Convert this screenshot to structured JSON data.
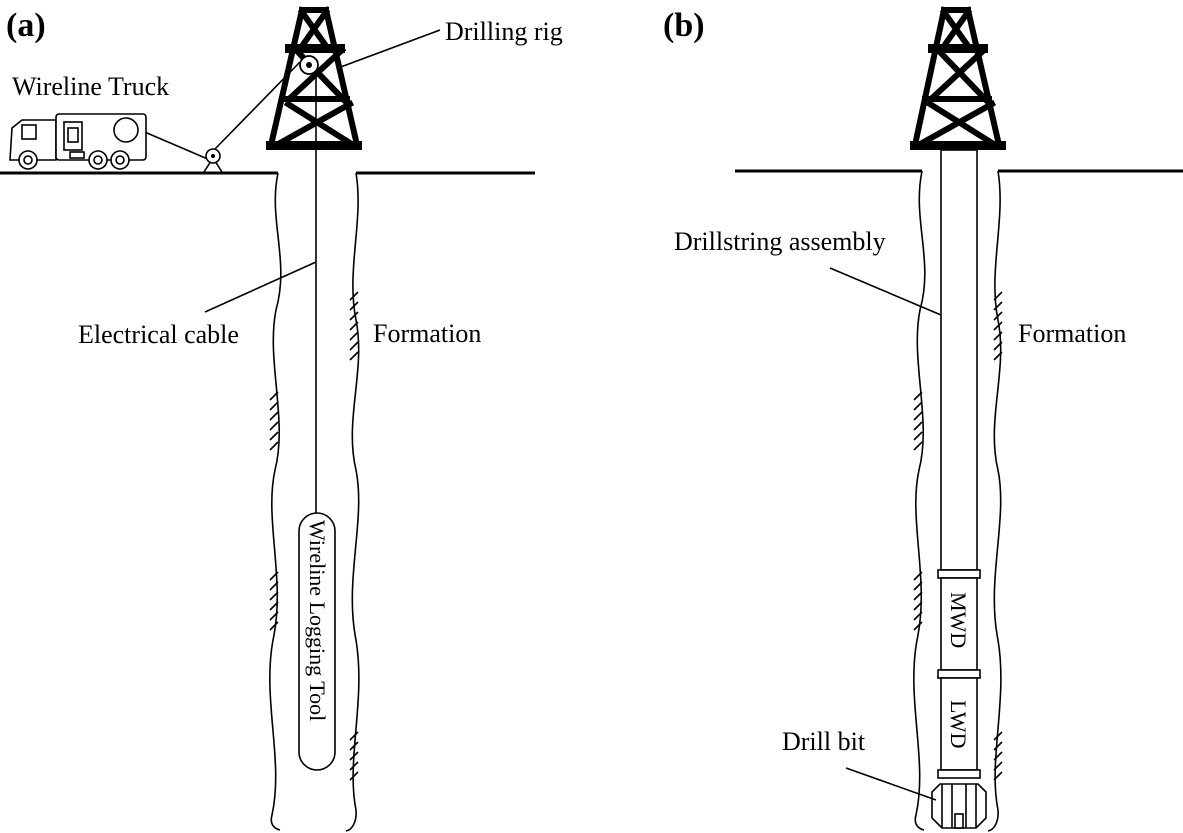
{
  "panels": {
    "a": {
      "tag": "(a)",
      "labels": {
        "drilling_rig": "Drilling rig",
        "wireline_truck": "Wireline Truck",
        "electrical_cable": "Electrical cable",
        "formation": "Formation",
        "tool": "Wireline Logging Tool"
      }
    },
    "b": {
      "tag": "(b)",
      "labels": {
        "drillstring": "Drillstring assembly",
        "formation": "Formation",
        "mwd": "MWD",
        "lwd": "LWD",
        "drill_bit": "Drill bit"
      }
    }
  },
  "colors": {
    "ink": "#000000",
    "background": "#ffffff"
  }
}
